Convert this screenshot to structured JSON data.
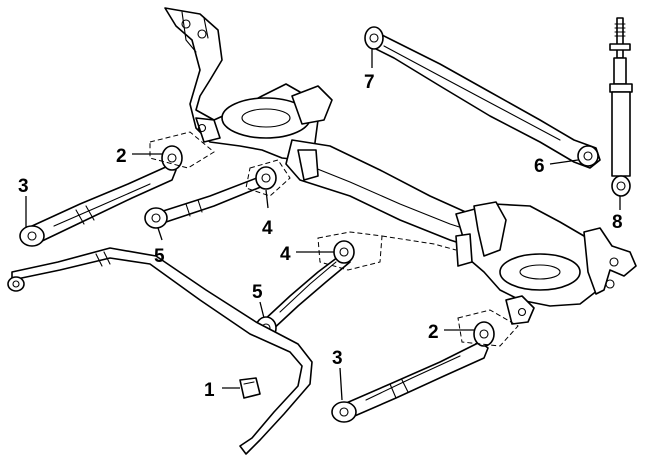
{
  "callouts": {
    "c1": "1",
    "c2a": "2",
    "c2b": "2",
    "c3a": "3",
    "c3b": "3",
    "c4a": "4",
    "c4b": "4",
    "c5a": "5",
    "c5b": "5",
    "c6": "6",
    "c7": "7",
    "c8": "8"
  },
  "colors": {
    "line": "#000000",
    "background": "#ffffff"
  }
}
